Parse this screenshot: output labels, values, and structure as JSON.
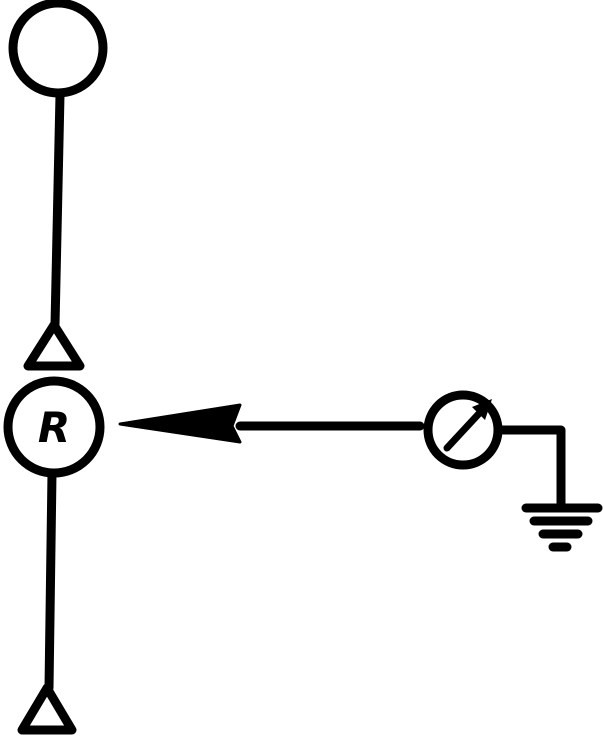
{
  "diagram": {
    "node_label": "R",
    "stroke_color": "#000000",
    "background_color": "#ffffff",
    "symbols": {
      "top_terminal": "open-circle",
      "upper_triangle": "triangle-marker",
      "lower_triangle": "triangle-marker",
      "meter": "meter-with-arrow",
      "ground": "ground-symbol"
    }
  }
}
